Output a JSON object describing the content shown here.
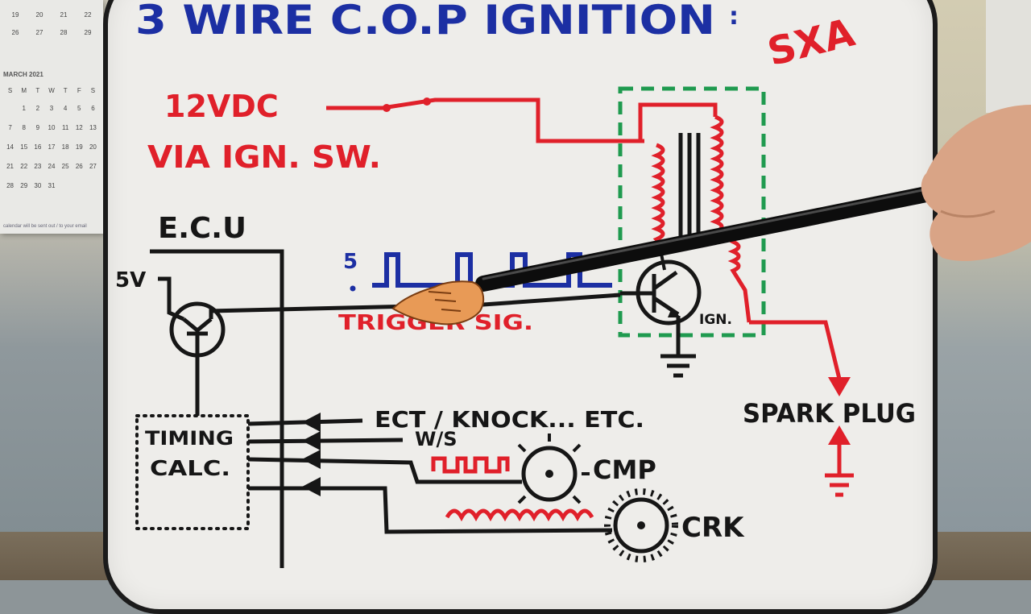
{
  "title": "3 WIRE C.O.P IGNITION",
  "title_suffix": "SXA",
  "power_label_1": "12VDC",
  "power_label_2": "VIA IGN. SW.",
  "ecu_label": "E.C.U",
  "five_volt_label": "5V",
  "signal_level_label": "5",
  "trigger_label": "TRIGGER SIG.",
  "ign_label": "IGN.",
  "spark_plug_label": "SPARK PLUG",
  "timing_label_1": "TIMING",
  "timing_label_2": "CALC.",
  "input_labels": {
    "ect": "ECT / KNOCK... ETC.",
    "ws": "W/S",
    "cmp": "CMP",
    "crk": "CRK"
  },
  "calendar": {
    "month": "MARCH 2021",
    "weekdays": [
      "S",
      "M",
      "T",
      "W",
      "T",
      "F",
      "S"
    ],
    "top_rows": [
      [
        "19",
        "20",
        "21",
        "22"
      ],
      [
        "26",
        "27",
        "28",
        "29"
      ]
    ],
    "rows": [
      [
        "",
        "1",
        "2",
        "3",
        "4",
        "5",
        "6"
      ],
      [
        "7",
        "8",
        "9",
        "10",
        "11",
        "12",
        "13"
      ],
      [
        "14",
        "15",
        "16",
        "17",
        "18",
        "19",
        "20"
      ],
      [
        "21",
        "22",
        "23",
        "24",
        "25",
        "26",
        "27"
      ],
      [
        "28",
        "29",
        "30",
        "31",
        "",
        "",
        ""
      ]
    ],
    "note": "calendar will be sent out / to your email"
  },
  "colors": {
    "marker_blue": "#1c2fa3",
    "marker_red": "#e0202a",
    "marker_black": "#161616",
    "marker_green": "#1f9a4f",
    "skin": "#e89a56"
  }
}
